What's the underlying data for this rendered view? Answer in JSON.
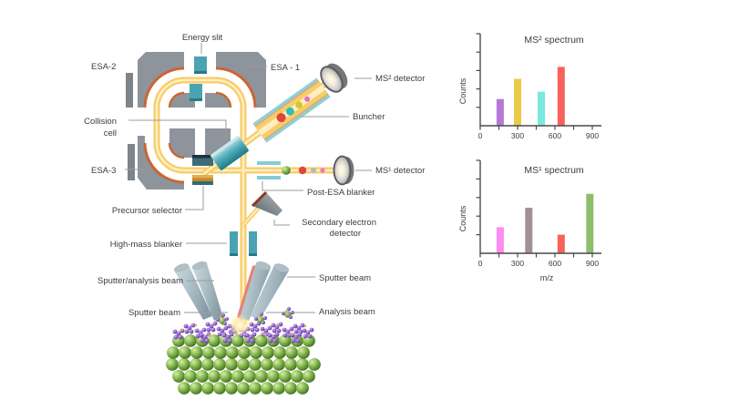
{
  "diagram": {
    "labels": {
      "energy_slit": "Energy slit",
      "esa2": "ESA-2",
      "esa1": "ESA - 1",
      "ms2_detector": "MS² detector",
      "buncher": "Buncher",
      "collision_line1": "Collision",
      "collision_line2": "cell",
      "esa3": "ESA-3",
      "ms1_detector": "MS¹ detector",
      "post_esa_blanker": "Post-ESA blanker",
      "precursor_selector": "Precursor selector",
      "secondary_electron_line1": "Secondary electron",
      "secondary_electron_line2": "detector",
      "high_mass_blanker": "High-mass blanker",
      "sputter_analysis_beam": "Sputter/analysis beam",
      "sputter_beam_left": "Sputter beam",
      "sputter_beam_right": "Sputter beam",
      "analysis_beam": "Analysis beam"
    },
    "colors": {
      "beam": "#f8cc66",
      "beam_core": "#fdeec4",
      "electrode": "#8d949b",
      "electrode_accent": "#cc6530",
      "teal": "#49a3b3",
      "label_text": "#3c3c3c",
      "leader": "#9b9b9b"
    }
  },
  "chart_data": [
    {
      "type": "bar",
      "title": "MS² spectrum",
      "ylabel": "Counts",
      "xlabel": "",
      "xlim": [
        0,
        970
      ],
      "ylim": [
        0,
        100
      ],
      "x_tick_step": 150,
      "x_tick_labels": [
        0,
        300,
        600,
        900
      ],
      "grid": false,
      "bars": [
        {
          "mz": 160,
          "count": 29,
          "color": "#b879d6"
        },
        {
          "mz": 300,
          "count": 51,
          "color": "#e9ca49"
        },
        {
          "mz": 490,
          "count": 37,
          "color": "#7ce8de"
        },
        {
          "mz": 650,
          "count": 64,
          "color": "#f9625c"
        }
      ]
    },
    {
      "type": "bar",
      "title": "MS¹ spectrum",
      "ylabel": "Counts",
      "xlabel": "m/z",
      "xlim": [
        0,
        970
      ],
      "ylim": [
        0,
        100
      ],
      "x_tick_step": 150,
      "x_tick_labels": [
        0,
        300,
        600,
        900
      ],
      "grid": false,
      "bars": [
        {
          "mz": 160,
          "count": 28,
          "color": "#fb8df0"
        },
        {
          "mz": 390,
          "count": 49,
          "color": "#a29192"
        },
        {
          "mz": 650,
          "count": 20,
          "color": "#f9625c"
        },
        {
          "mz": 880,
          "count": 64,
          "color": "#8cbf6b"
        }
      ]
    }
  ]
}
